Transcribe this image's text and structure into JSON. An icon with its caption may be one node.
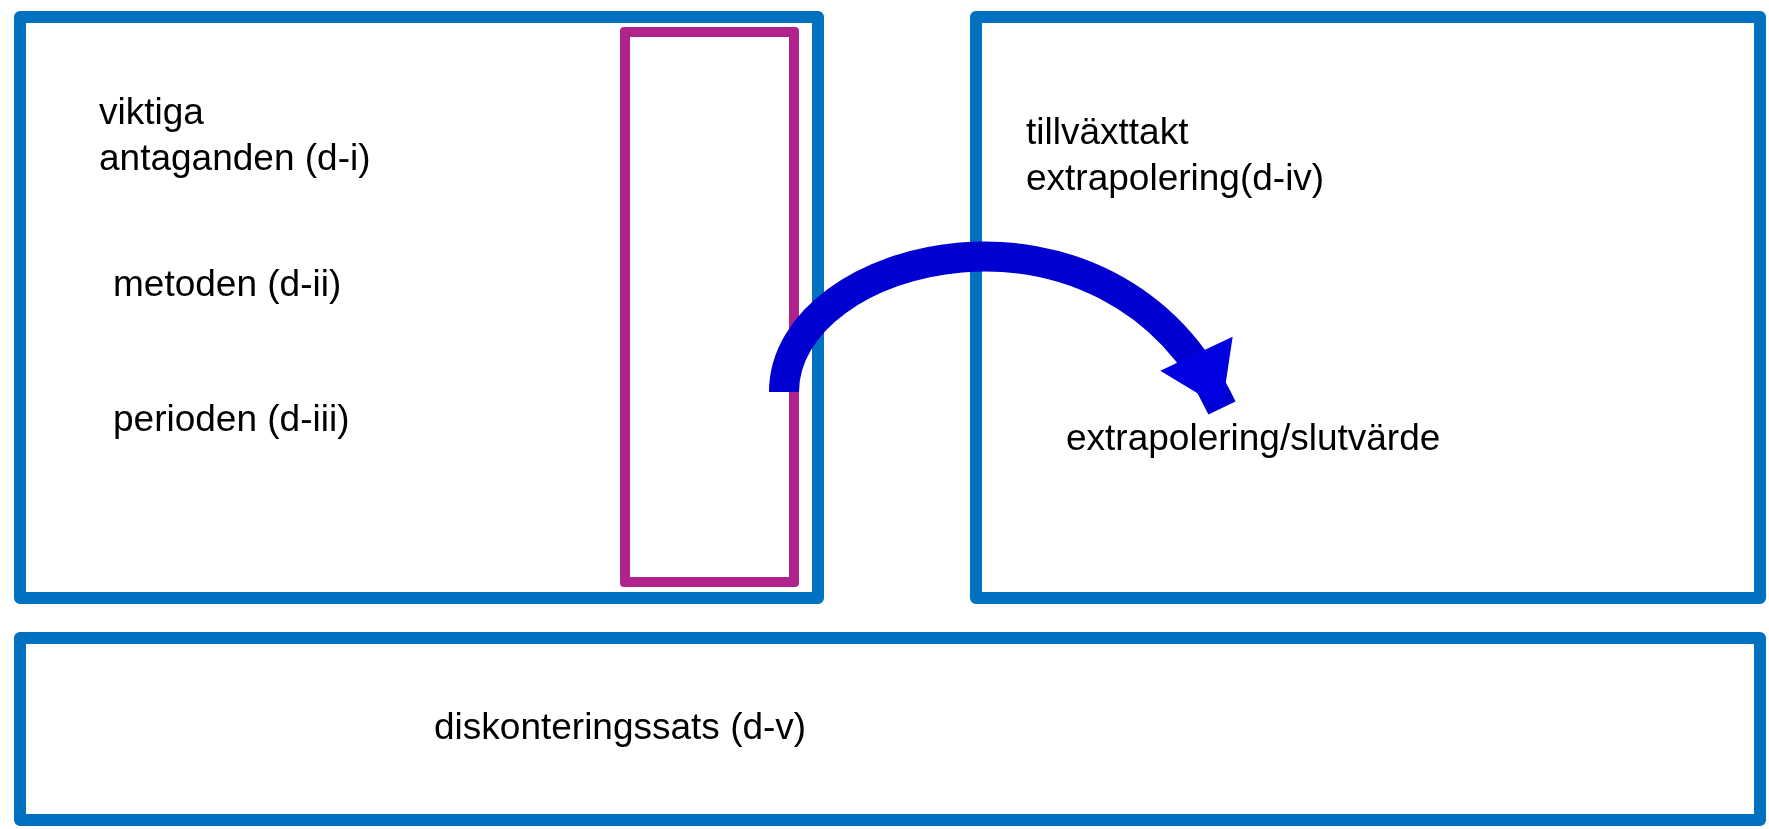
{
  "diagram": {
    "nodes": [
      {
        "text": [
          "viktiga antaganden (d-i)",
          "metoden (d-ii)",
          "perioden (d-iii)"
        ]
      },
      {
        "text": [],
        "shape": "box",
        "in": 0
      },
      {
        "text": [
          "tillväxttakt extrapolering(d-iv)"
        ]
      },
      {
        "text": [
          "extrapolering/slutvärde"
        ],
        "in": 2
      },
      {
        "text": [
          "diskonteringssats (d-v)"
        ]
      }
    ],
    "edges": [
      {
        "from": 1,
        "to": 3,
        "arrow": "to"
      }
    ]
  }
}
